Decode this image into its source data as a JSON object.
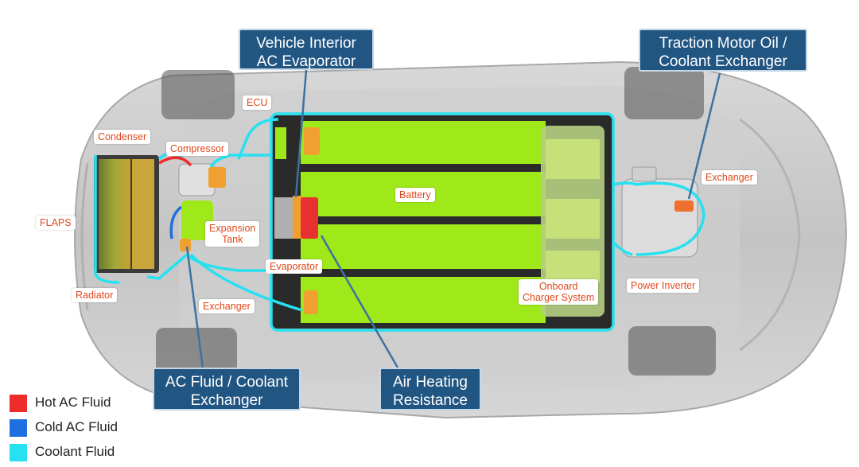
{
  "callouts": {
    "interior_evaporator": [
      "Vehicle Interior",
      "AC Evaporator"
    ],
    "traction_exchanger": [
      "Traction Motor Oil /",
      "Coolant Exchanger"
    ],
    "ac_coolant_exchanger": [
      "AC Fluid / Coolant",
      "Exchanger"
    ],
    "air_heating": [
      "Air Heating",
      "Resistance"
    ]
  },
  "labels": {
    "ecu": "ECU",
    "condenser": "Condenser",
    "compressor": "Compressor",
    "flaps": "FLAPS",
    "battery": "Battery",
    "exchanger_right": "Exchanger",
    "expansion_tank": [
      "Expansion",
      "Tank"
    ],
    "evaporator": "Evaporator",
    "radiator": "Radiator",
    "exchanger_left": "Exchanger",
    "onboard_charger": [
      "Onboard",
      "Charger System"
    ],
    "power_inverter": "Power Inverter"
  },
  "legend": [
    {
      "label": "Hot AC Fluid",
      "color": "#ee2c2c"
    },
    {
      "label": "Cold AC Fluid",
      "color": "#1f6fe0"
    },
    {
      "label": "Coolant Fluid",
      "color": "#27e0f0"
    }
  ],
  "colors": {
    "battery": "#9fe81a",
    "coolant": "#27e0f0",
    "callout_bg": "#215582",
    "label_text": "#e0481c"
  }
}
